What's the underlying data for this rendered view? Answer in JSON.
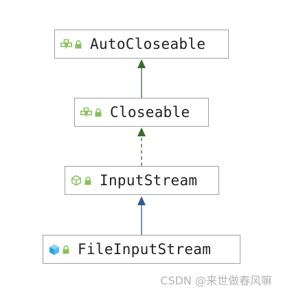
{
  "diagram": {
    "nodes": [
      {
        "id": "autocloseable",
        "label": "AutoCloseable",
        "kind": "interface",
        "icon": "interface-icon",
        "access": "public-lock-icon"
      },
      {
        "id": "closeable",
        "label": "Closeable",
        "kind": "interface",
        "icon": "interface-icon",
        "access": "public-lock-icon"
      },
      {
        "id": "inputstream",
        "label": "InputStream",
        "kind": "abstract-class",
        "icon": "abstract-class-icon",
        "access": "public-lock-icon"
      },
      {
        "id": "fileinputstream",
        "label": "FileInputStream",
        "kind": "class",
        "icon": "class-icon",
        "access": "public-lock-icon"
      }
    ],
    "edges": [
      {
        "from": "closeable",
        "to": "autocloseable",
        "style": "solid",
        "color": "#3c6a2e"
      },
      {
        "from": "inputstream",
        "to": "closeable",
        "style": "dashed",
        "color": "#3c6a2e"
      },
      {
        "from": "fileinputstream",
        "to": "inputstream",
        "style": "solid",
        "color": "#2f5e87"
      }
    ],
    "colors": {
      "interface_icon": "#8bbf5c",
      "lock_icon": "#8bbf5c",
      "class_icon": "#3fa9e6",
      "node_border": "#9e9e9e",
      "text": "#222222"
    }
  },
  "watermark": "CSDN @来世做春风嘛"
}
